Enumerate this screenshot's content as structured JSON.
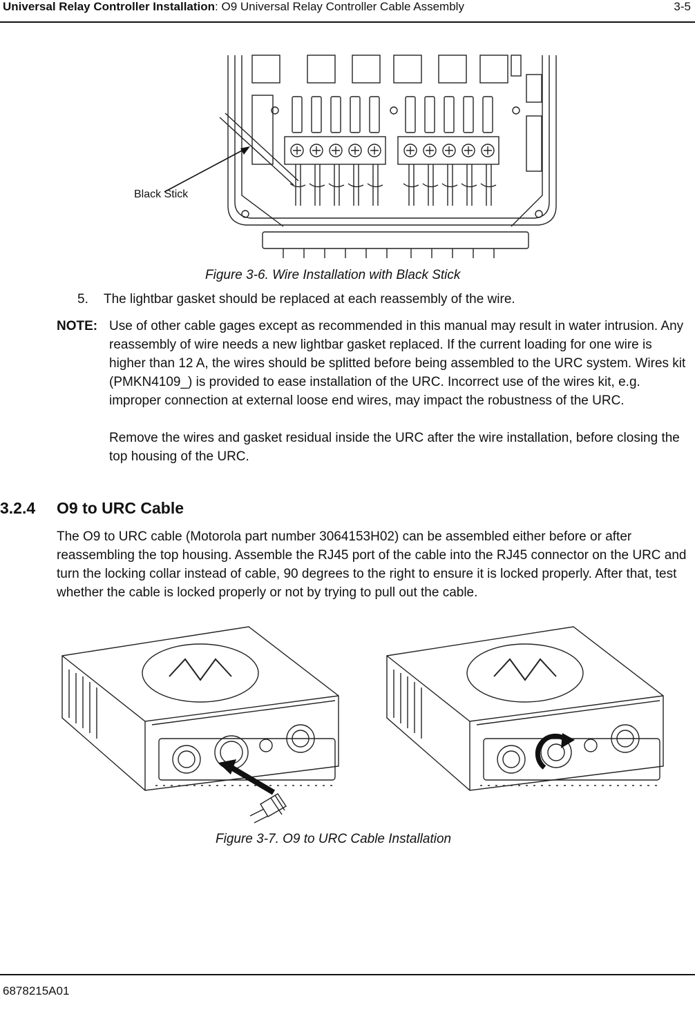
{
  "header": {
    "title_bold": "Universal Relay Controller Installation",
    "title_rest": ": O9 Universal Relay Controller Cable Assembly",
    "page": "3-5"
  },
  "figure1": {
    "label": "Black Stick",
    "caption": "Figure 3-6.  Wire Installation with Black Stick"
  },
  "step5": {
    "number": "5.",
    "text": "The lightbar gasket should be replaced at each reassembly of the wire."
  },
  "note": {
    "label": "NOTE:",
    "para1": "Use of other cable gages except as recommended in this manual may result in water intrusion. Any reassembly of wire needs a new lightbar gasket replaced. If the current loading for one wire is higher than 12 A, the wires should be splitted before being assembled to the URC system. Wires kit (PMKN4109_) is provided to ease installation of the URC. Incorrect use of the wires kit, e.g. improper connection at external loose end wires, may impact the robustness of the URC.",
    "para2": "Remove the wires and gasket residual inside the URC after the wire installation, before closing the top housing of the URC."
  },
  "section": {
    "number": "3.2.4",
    "title": "O9 to URC Cable"
  },
  "body": "The O9 to URC cable (Motorola part number 3064153H02) can be assembled either before or after reassembling the top housing. Assemble the RJ45 port of the cable into the RJ45 connector on the URC and turn the locking collar instead of cable, 90 degrees to the right to ensure it is locked properly. After that, test whether the cable is locked properly or not by trying to pull out the cable.",
  "figure2": {
    "caption": "Figure 3-7.  O9 to URC Cable Installation"
  },
  "footer": {
    "doc_number": "6878215A01"
  }
}
